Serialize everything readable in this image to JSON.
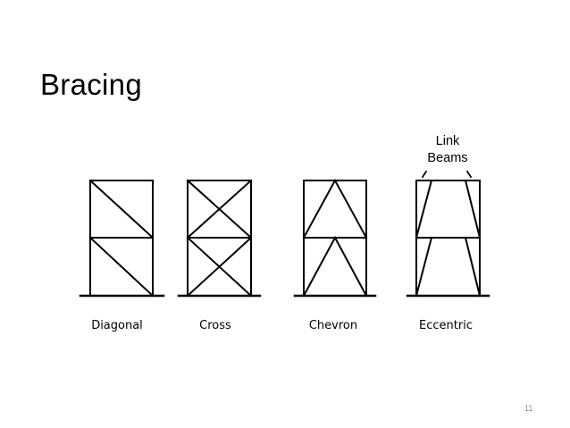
{
  "slide": {
    "title": "Bracing",
    "page_number": "11"
  },
  "annotation": {
    "line1": "Link",
    "line2": "Beams"
  },
  "frames": [
    {
      "label": "Diagonal"
    },
    {
      "label": "Cross"
    },
    {
      "label": "Chevron"
    },
    {
      "label": "Eccentric"
    }
  ],
  "colors": {
    "line": "#000000",
    "background": "#ffffff",
    "page_number": "#8a8a8a"
  }
}
